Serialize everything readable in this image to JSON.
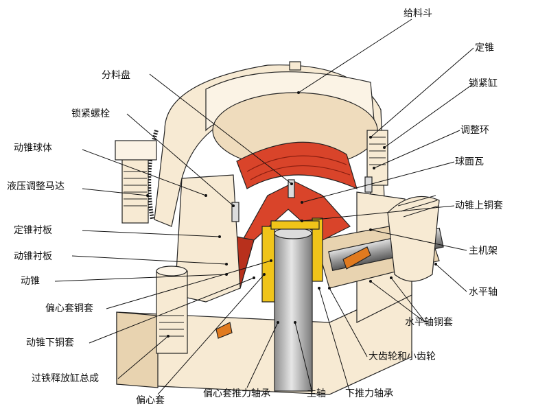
{
  "labels": {
    "hopper": "给料斗",
    "fixed_cone": "定锥",
    "lock_cylinder": "锁紧缸",
    "distribution_plate": "分料盘",
    "adjust_ring": "调整环",
    "lock_bolt": "锁紧螺栓",
    "spherical_bearing": "球面瓦",
    "moving_cone_ball": "动锥球体",
    "hydraulic_motor": "液压调整马达",
    "upper_bush": "动锥上铜套",
    "fixed_liner": "定锥衬板",
    "main_frame": "主机架",
    "moving_liner": "动锥衬板",
    "moving_cone": "动锥",
    "horizontal_shaft": "水平轴",
    "eccentric_bush": "偏心套铜套",
    "shaft_bush": "水平轴铜套",
    "lower_bush": "动锥下铜套",
    "gears": "大齿轮和小齿轮",
    "tramp_release": "过铁释放缸总成",
    "eccentric": "偏心套",
    "eccentric_thrust": "偏心套推力轴承",
    "main_shaft": "主轴",
    "lower_thrust": "下推力轴承"
  },
  "colors": {
    "body": "#f7ead3",
    "shade": "#e8d3b0",
    "liner": "#d9442a",
    "liner_dark": "#b8301c",
    "brass": "#f0c419",
    "gray": "#b9b9b9",
    "orange": "#e07a1f",
    "outline": "#222222"
  }
}
